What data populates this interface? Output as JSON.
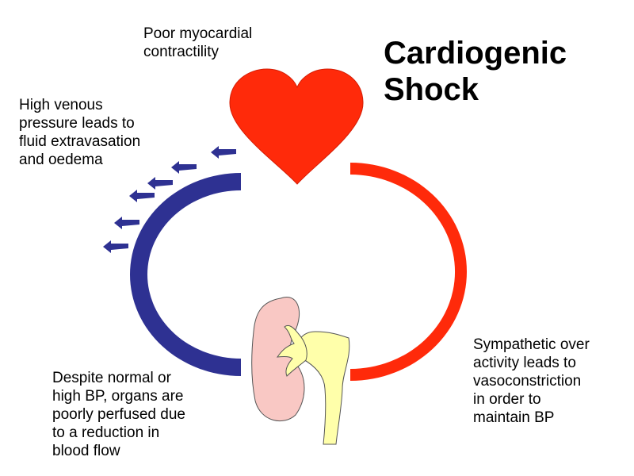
{
  "title": {
    "line1": "Cardiogenic",
    "line2": "Shock"
  },
  "labels": {
    "heart": [
      "Poor myocardial",
      "contractility"
    ],
    "venous": [
      "High venous",
      "pressure leads to",
      "fluid extravasation",
      "and oedema"
    ],
    "sympathetic": [
      "Sympathetic over",
      "activity leads to",
      "vasoconstriction",
      "in order to",
      "maintain BP"
    ],
    "perfusion": [
      "Despite normal or",
      "high BP, organs are",
      "poorly perfused due",
      "to a reduction in",
      "blood flow"
    ]
  },
  "colors": {
    "arterial": "#ff2a0a",
    "venous": "#2e3192",
    "heart": "#ff2a0a",
    "kidney": "#f9c8c4",
    "ureter": "#ffffaa",
    "outline": "#555555"
  },
  "icons": {
    "heart": "heart-icon",
    "kidney": "kidney-icon"
  }
}
